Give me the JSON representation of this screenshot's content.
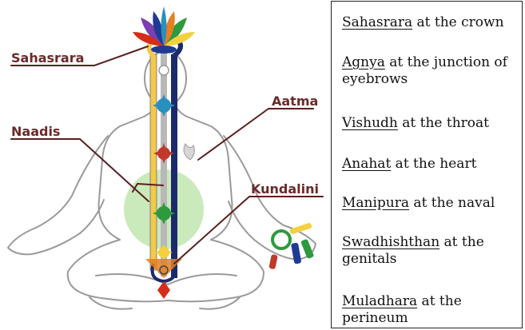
{
  "figure": {
    "callouts": {
      "sahasrara": "Sahasrara",
      "aatma": "Aatma",
      "naadis": "Naadis",
      "kundalini": "Kundalini"
    },
    "colors": {
      "label": "#6b2a2a",
      "leader": "#5a1f1f",
      "outline": "#9a9a9a",
      "ida": "#f2c94c",
      "pingala": "#1a2a6c",
      "sushumna": "#b8b8b8",
      "heart_aura": "#b9e3a5"
    },
    "chakra_colors": [
      "#7a3fb0",
      "#1f3a93",
      "#2a8fbd",
      "#c0392b",
      "#2e9a3e",
      "#f4d03f",
      "#e67e22",
      "#d62c1a"
    ]
  },
  "legend": [
    {
      "term": "Sahasrara",
      "rest": " at the crown"
    },
    {
      "term": "Agnya",
      "rest": " at the junction of eyebrows"
    },
    {
      "term": "Vishudh",
      "rest": " at the throat"
    },
    {
      "term": "Anahat",
      "rest": " at the heart"
    },
    {
      "term": "Manipura",
      "rest": " at the naval"
    },
    {
      "term": "Swadhishthan",
      "rest": " at the genitals"
    },
    {
      "term": "Muladhara",
      "rest": " at the perineum"
    }
  ]
}
